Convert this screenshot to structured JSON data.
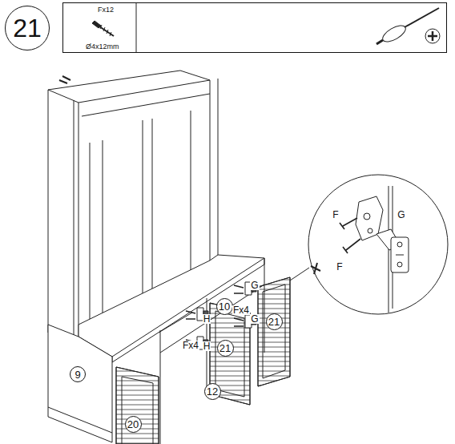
{
  "diagram": {
    "nodes": [
      {
        "text": [
          "21"
        ]
      },
      {
        "text": [
          "Fx12",
          "Ø4x12mm"
        ]
      },
      {
        "text": [
          "10"
        ]
      },
      {
        "text": [
          "21"
        ]
      },
      {
        "text": [
          "21"
        ]
      },
      {
        "text": [
          "12"
        ]
      },
      {
        "text": [
          "9"
        ]
      },
      {
        "text": [
          "20"
        ]
      }
    ],
    "labels": [
      "F",
      "F",
      "G",
      "G",
      "Fx4",
      "H",
      "G",
      "Fx4",
      "H"
    ]
  }
}
